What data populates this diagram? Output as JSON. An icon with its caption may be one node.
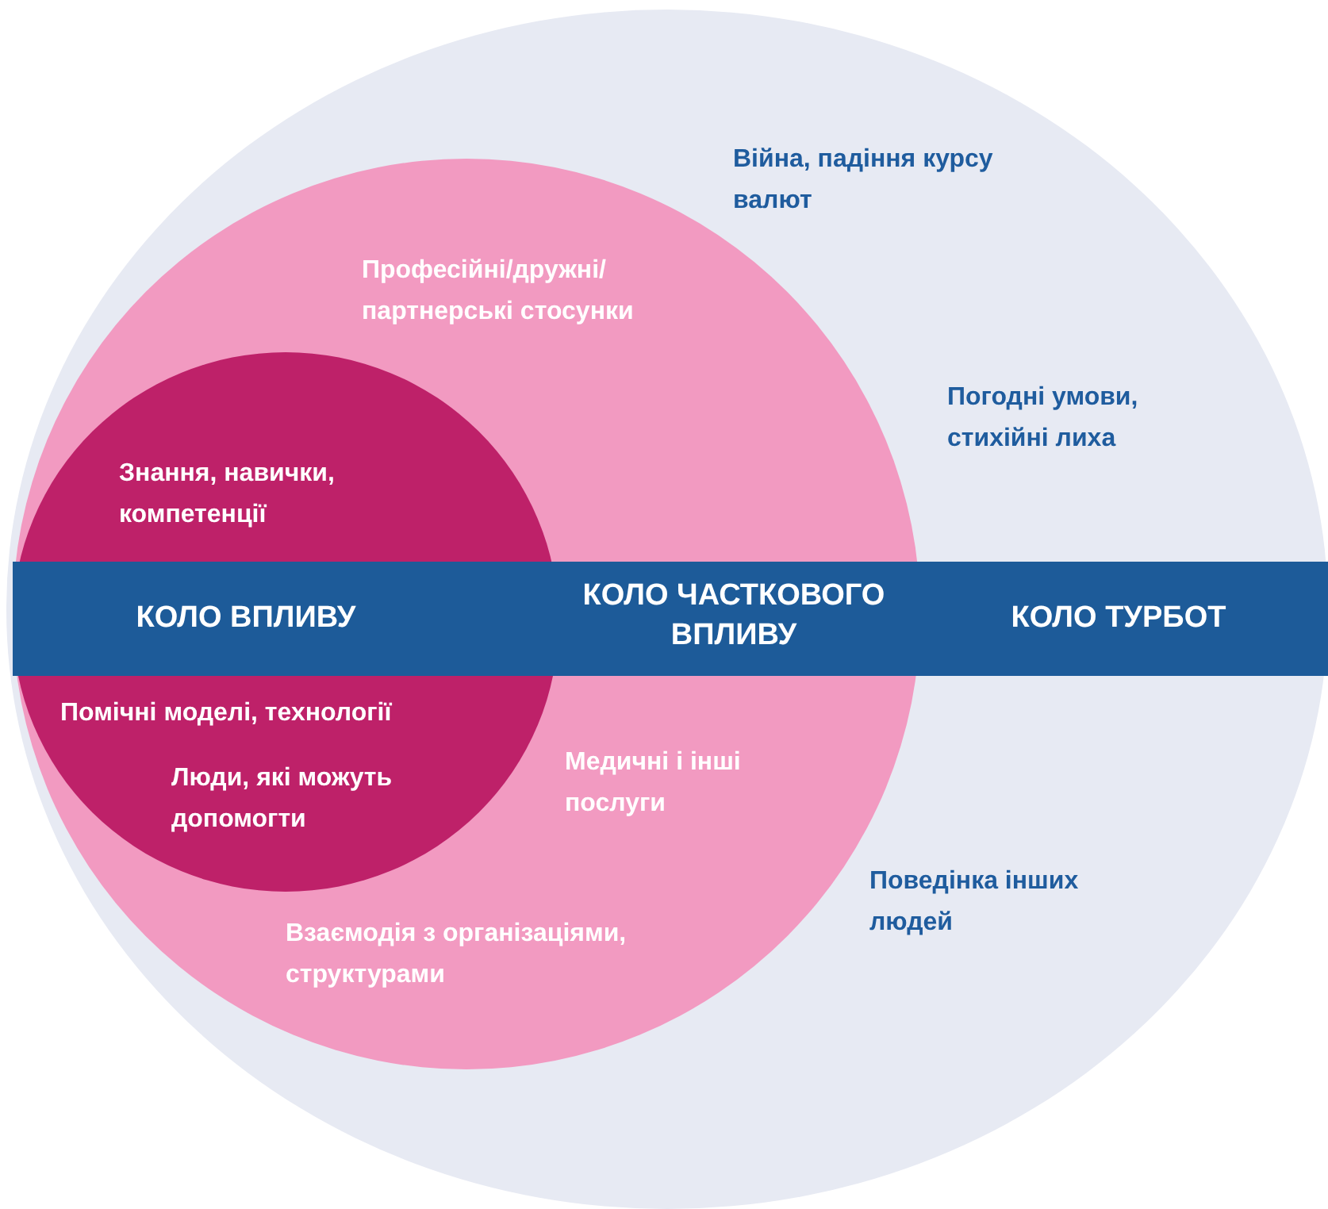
{
  "diagram": {
    "nodes": [
      {
        "text": [
          "Війна, падіння курсу валют",
          "Погодні умови, стихійні лиха",
          "КОЛО ТУРБОТ",
          "Поведінка інших людей"
        ]
      },
      {
        "text": [
          "Професійні/дружні/ партнерські стосунки",
          "КОЛО ЧАСТКОВОГО ВПЛИВУ",
          "Медичні і інші послуги",
          "Взаємодія з організаціями, структурами"
        ],
        "in": 0
      },
      {
        "text": [
          "Знання, навички, компетенції",
          "КОЛО ВПЛИВУ",
          "Помічні моделі, технології",
          "Люди, які можуть допомогти"
        ],
        "in": 1
      }
    ]
  }
}
